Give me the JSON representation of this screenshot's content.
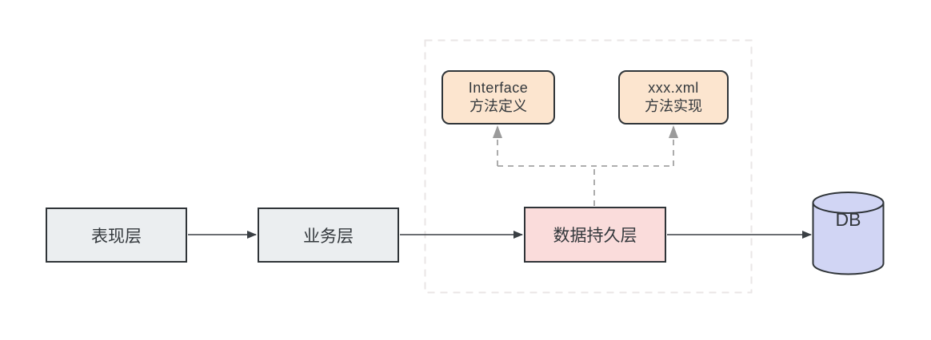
{
  "colors": {
    "background": "#ffffff",
    "node_border": "#2f3438",
    "node_fill_gray": "#ebeef0",
    "node_fill_pink": "#fadcdb",
    "node_fill_peach": "#fce5cf",
    "node_fill_db": "#d1d5f4",
    "text": "#33383c",
    "arrow": "#3a3f44",
    "dashed_connector": "#a3a3a3",
    "group_border": "#eae6e6"
  },
  "diagram": {
    "nodes": {
      "presentation": {
        "label": "表现层"
      },
      "business": {
        "label": "业务层"
      },
      "persistence": {
        "label": "数据持久层"
      },
      "interface_def": {
        "line1": "Interface",
        "line2": "方法定义"
      },
      "xml_impl": {
        "line1": "xxx.xml",
        "line2": "方法实现"
      },
      "db": {
        "label": "DB"
      }
    }
  }
}
